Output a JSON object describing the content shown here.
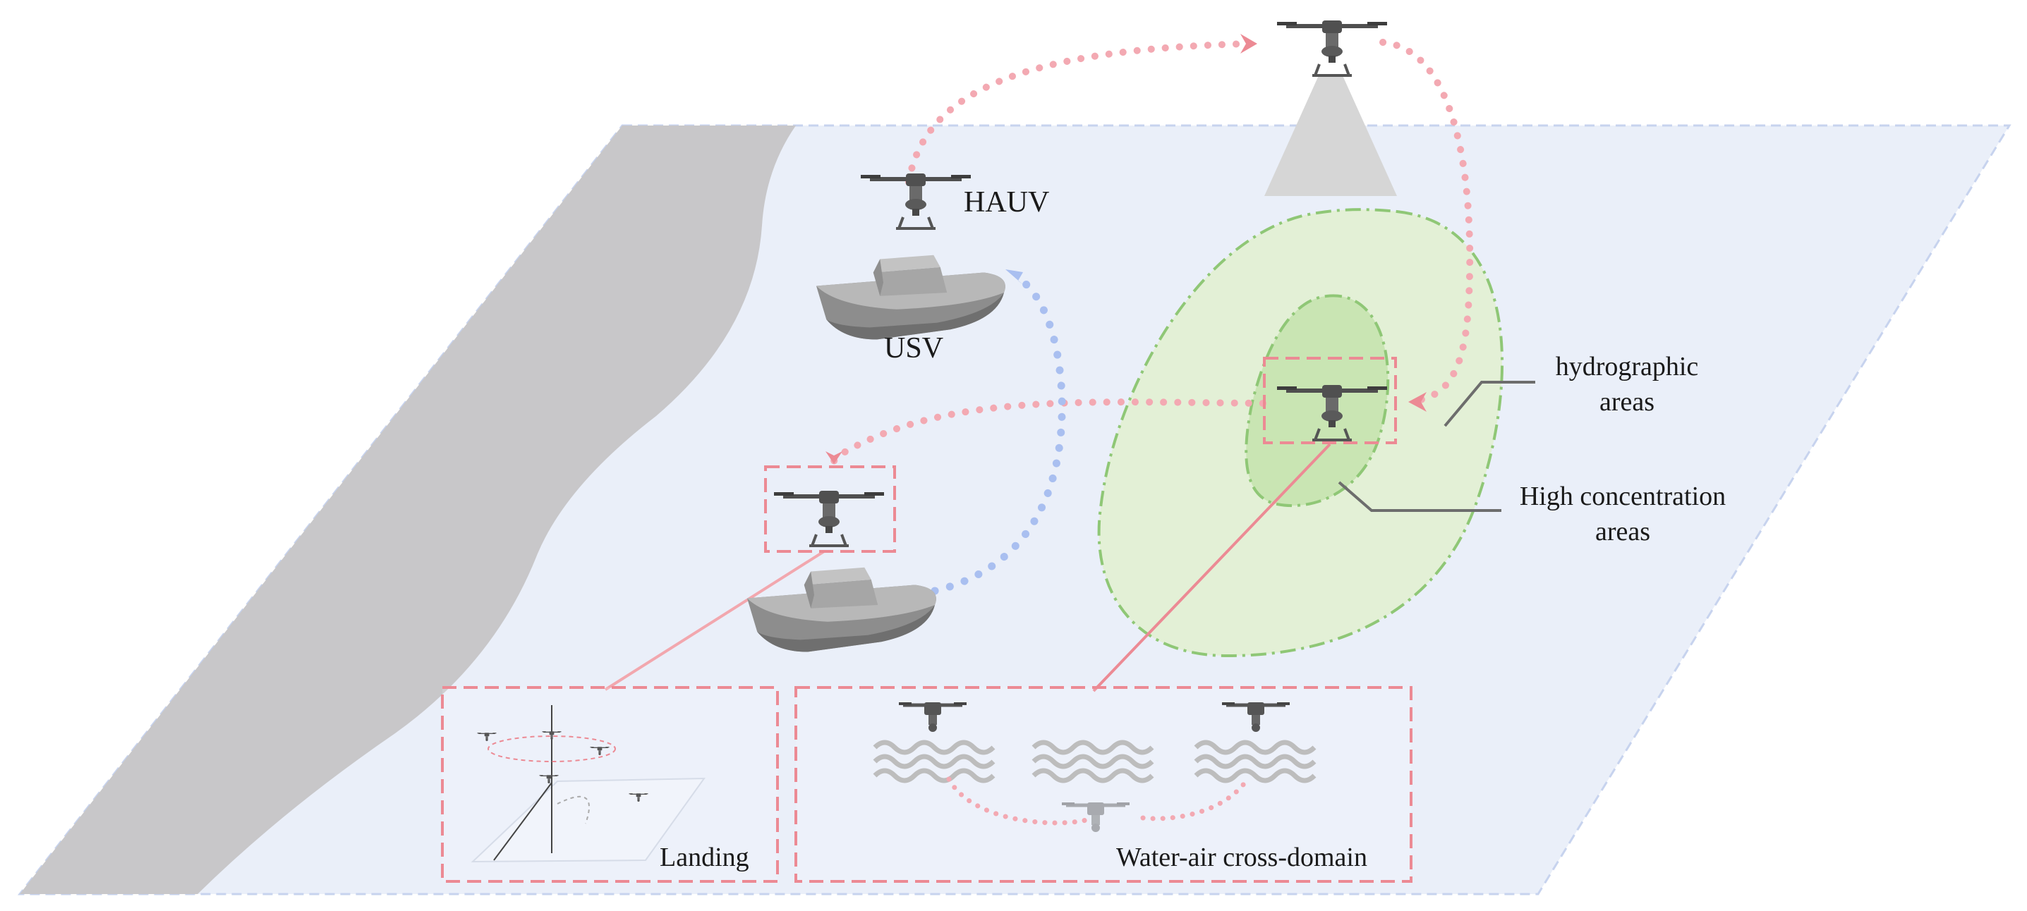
{
  "labels": {
    "hauv": "HAUV",
    "usv": "USV",
    "hydrographic_line1": "hydrographic",
    "hydrographic_line2": "areas",
    "high_conc_line1": "High concentration",
    "high_conc_line2": "areas",
    "landing": "Landing",
    "cross_domain": "Water-air cross-domain"
  },
  "colors": {
    "plane_fill": "#eaeff9",
    "plane_border": "#c7d3ee",
    "shore": "#c8c7c9",
    "outer_area": "#e3f0d6",
    "outer_border": "#8fc776",
    "inner_area": "#c9e5b3",
    "pink_path": "#f3a9b2",
    "blue_path": "#a9bff0",
    "dashed_box": "#ec8a94",
    "vehicle": "#6b6b6b",
    "leader_line": "#6d6d6d"
  },
  "icons": {
    "drone": "quadrotor-drone-icon",
    "boat": "usv-boat-icon",
    "waves": "water-waves-icon",
    "sensor_cone": "sensor-beam-icon"
  }
}
